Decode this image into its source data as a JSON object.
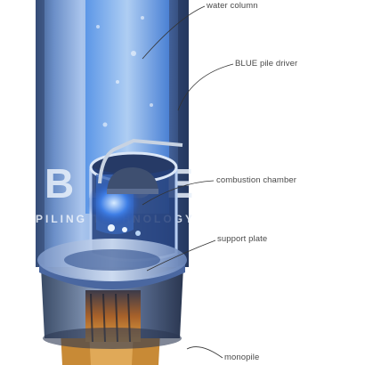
{
  "labels": {
    "water_column": "water column",
    "pile_driver": "BLUE pile driver",
    "combustion_chamber": "combustion chamber",
    "support_plate": "support plate",
    "monopile": "monopile"
  },
  "brand": {
    "logo_text": "BLUE",
    "tagline": "PILING TECHNOLOGY"
  },
  "colors": {
    "water_blue": "#6fa6e6",
    "steel_dark": "#3a4b66",
    "flame_orange": "#c77a1e",
    "label_gray": "#4a4a4a"
  }
}
